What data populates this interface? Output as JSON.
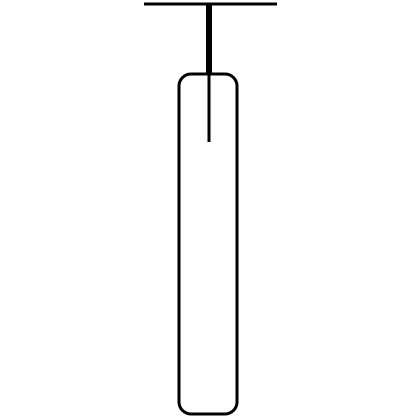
{
  "diagram": {
    "elements": [
      {
        "kind": "horizontal-bar",
        "icon": "crossbar"
      },
      {
        "kind": "vertical-rod",
        "icon": "rod"
      },
      {
        "kind": "rounded-tube",
        "icon": "tube"
      }
    ],
    "colors": {
      "background": "#ffffff",
      "stroke": "#000000"
    }
  }
}
